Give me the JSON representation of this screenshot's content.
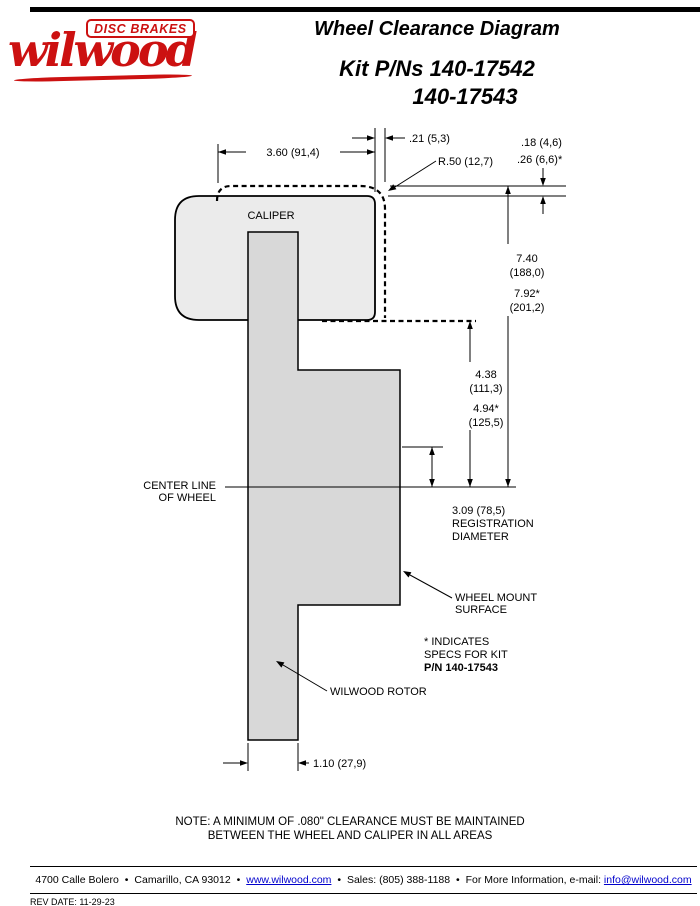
{
  "header": {
    "tagline": "DISC BRAKES",
    "brand": "wilwood",
    "title": "Wheel Clearance Diagram",
    "kit_line1": "Kit P/Ns 140-17542",
    "kit_line2": "140-17543"
  },
  "diagram": {
    "caliper_label": "CALIPER",
    "dim_caliper_width": "3.60 (91,4)",
    "dim_offset_right": ".21 (5,3)",
    "dim_radius": "R.50 (12,7)",
    "dim_clearance_top": ".18 (4,6)",
    "dim_clearance_top_alt": ".26 (6,6)*",
    "dim_height_in": "7.40",
    "dim_height_mm": "(188,0)",
    "dim_height_alt_in": "7.92*",
    "dim_height_alt_mm": "(201,2)",
    "dim_mid_in": "4.38",
    "dim_mid_mm": "(111,3)",
    "dim_mid_alt_in": "4.94*",
    "dim_mid_alt_mm": "(125,5)",
    "centerline_line1": "CENTER LINE",
    "centerline_line2": "OF WHEEL",
    "dim_registration": "3.09 (78,5)",
    "registration_line1": "REGISTRATION",
    "registration_line2": "DIAMETER",
    "wheel_mount_line1": "WHEEL MOUNT",
    "wheel_mount_line2": "SURFACE",
    "star_note_line1": "* INDICATES",
    "star_note_line2": "SPECS FOR KIT",
    "star_note_line3": "P/N 140-17543",
    "rotor_label": "WILWOOD ROTOR",
    "dim_rotor_width": "1.10 (27,9)"
  },
  "note": {
    "line1": "NOTE: A MINIMUM OF .080\" CLEARANCE MUST BE MAINTAINED",
    "line2": "BETWEEN THE WHEEL AND CALIPER IN ALL AREAS"
  },
  "footer": {
    "address": "4700 Calle Bolero",
    "sep": "•",
    "city": "Camarillo, CA 93012",
    "website": "www.wilwood.com",
    "sales": "Sales: (805) 388-1188",
    "more_info": "For More Information, e-mail:",
    "email": "info@wilwood.com",
    "rev_date": "REV DATE: 11-29-23"
  },
  "colors": {
    "brand_red": "#cc1111",
    "link_blue": "#0000cc",
    "caliper_fill": "#ebebeb",
    "rotor_fill": "#d8d8d8"
  }
}
